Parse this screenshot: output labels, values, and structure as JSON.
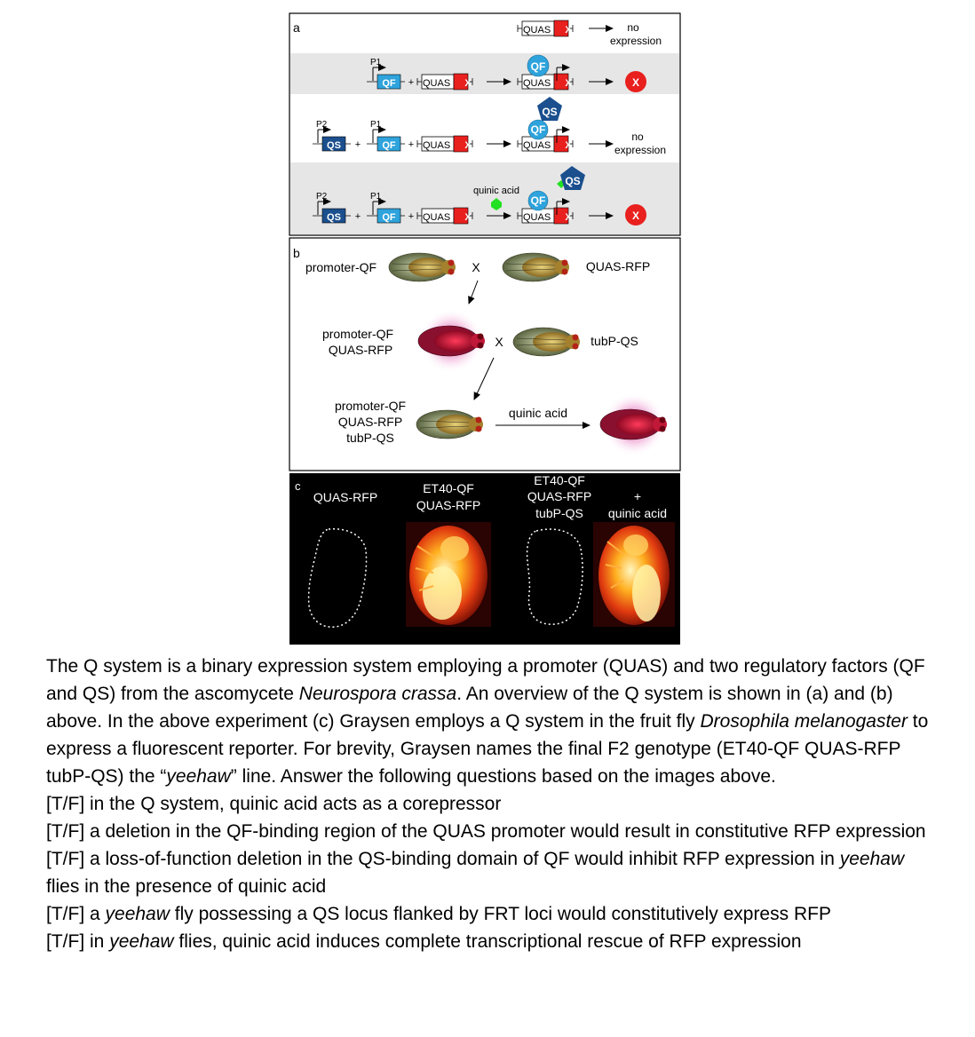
{
  "panel_a": {
    "label": "a",
    "quas": "QUAS",
    "qf": "QF",
    "qs": "QS",
    "x": "X",
    "p1": "P1",
    "p2": "P2",
    "plus": "+",
    "no_expression_line1": "no",
    "no_expression_line2": "expression",
    "quinic_acid": "quinic acid"
  },
  "panel_b": {
    "label": "b",
    "promoter_qf": "promoter-QF",
    "quas_rfp": "QUAS-RFP",
    "tubp_qs": "tubP-QS",
    "cross": "X",
    "quinic_acid": "quinic acid"
  },
  "panel_c": {
    "label": "c",
    "col1": "QUAS-RFP",
    "col2_line1": "ET40-QF",
    "col2_line2": "QUAS-RFP",
    "col3_line1": "ET40-QF",
    "col3_line2": "QUAS-RFP",
    "col3_line3": "tubP-QS",
    "col4_line1": "+",
    "col4_line2": "quinic acid"
  },
  "colors": {
    "qf_blue": "#2ea3dc",
    "qs_navy": "#1b4f8e",
    "red_x": "#e8201e",
    "shade": "#e6e6e6"
  },
  "text": {
    "intro_1": "The Q system is a binary expression system employing a promoter (QUAS) and two regulatory factors (QF and QS) from the ascomycete ",
    "intro_species": "Neurospora crassa",
    "intro_2": ". An overview of the Q system is shown in (a) and (b) above. In the above experiment (c) Graysen employs a Q system in the fruit fly ",
    "intro_fly": "Drosophila melanogaster",
    "intro_3": " to express a fluorescent reporter. For brevity, Graysen names the final F2 genotype (ET40-QF QUAS-RFP tubP-QS) the “",
    "intro_yeehaw": "yeehaw",
    "intro_4": "” line. Answer the following questions based on the images above.",
    "q1": "[T/F] in the Q system, quinic acid acts as a corepressor",
    "q2": "[T/F] a deletion in the QF-binding region of the QUAS promoter would result in constitutive RFP expression",
    "q3a": "[T/F] a loss-of-function deletion in the QS-binding domain of QF would inhibit RFP expression in ",
    "q3_yeehaw": "yeehaw",
    "q3b": " flies in the presence of quinic acid",
    "q4a": "[T/F] a ",
    "q4_yeehaw": "yeehaw",
    "q4b": " fly possessing a QS locus flanked by FRT loci would constitutively express RFP",
    "q5a": "[T/F] in ",
    "q5_yeehaw": "yeehaw",
    "q5b": " flies, quinic acid induces complete transcriptional rescue of RFP expression"
  }
}
